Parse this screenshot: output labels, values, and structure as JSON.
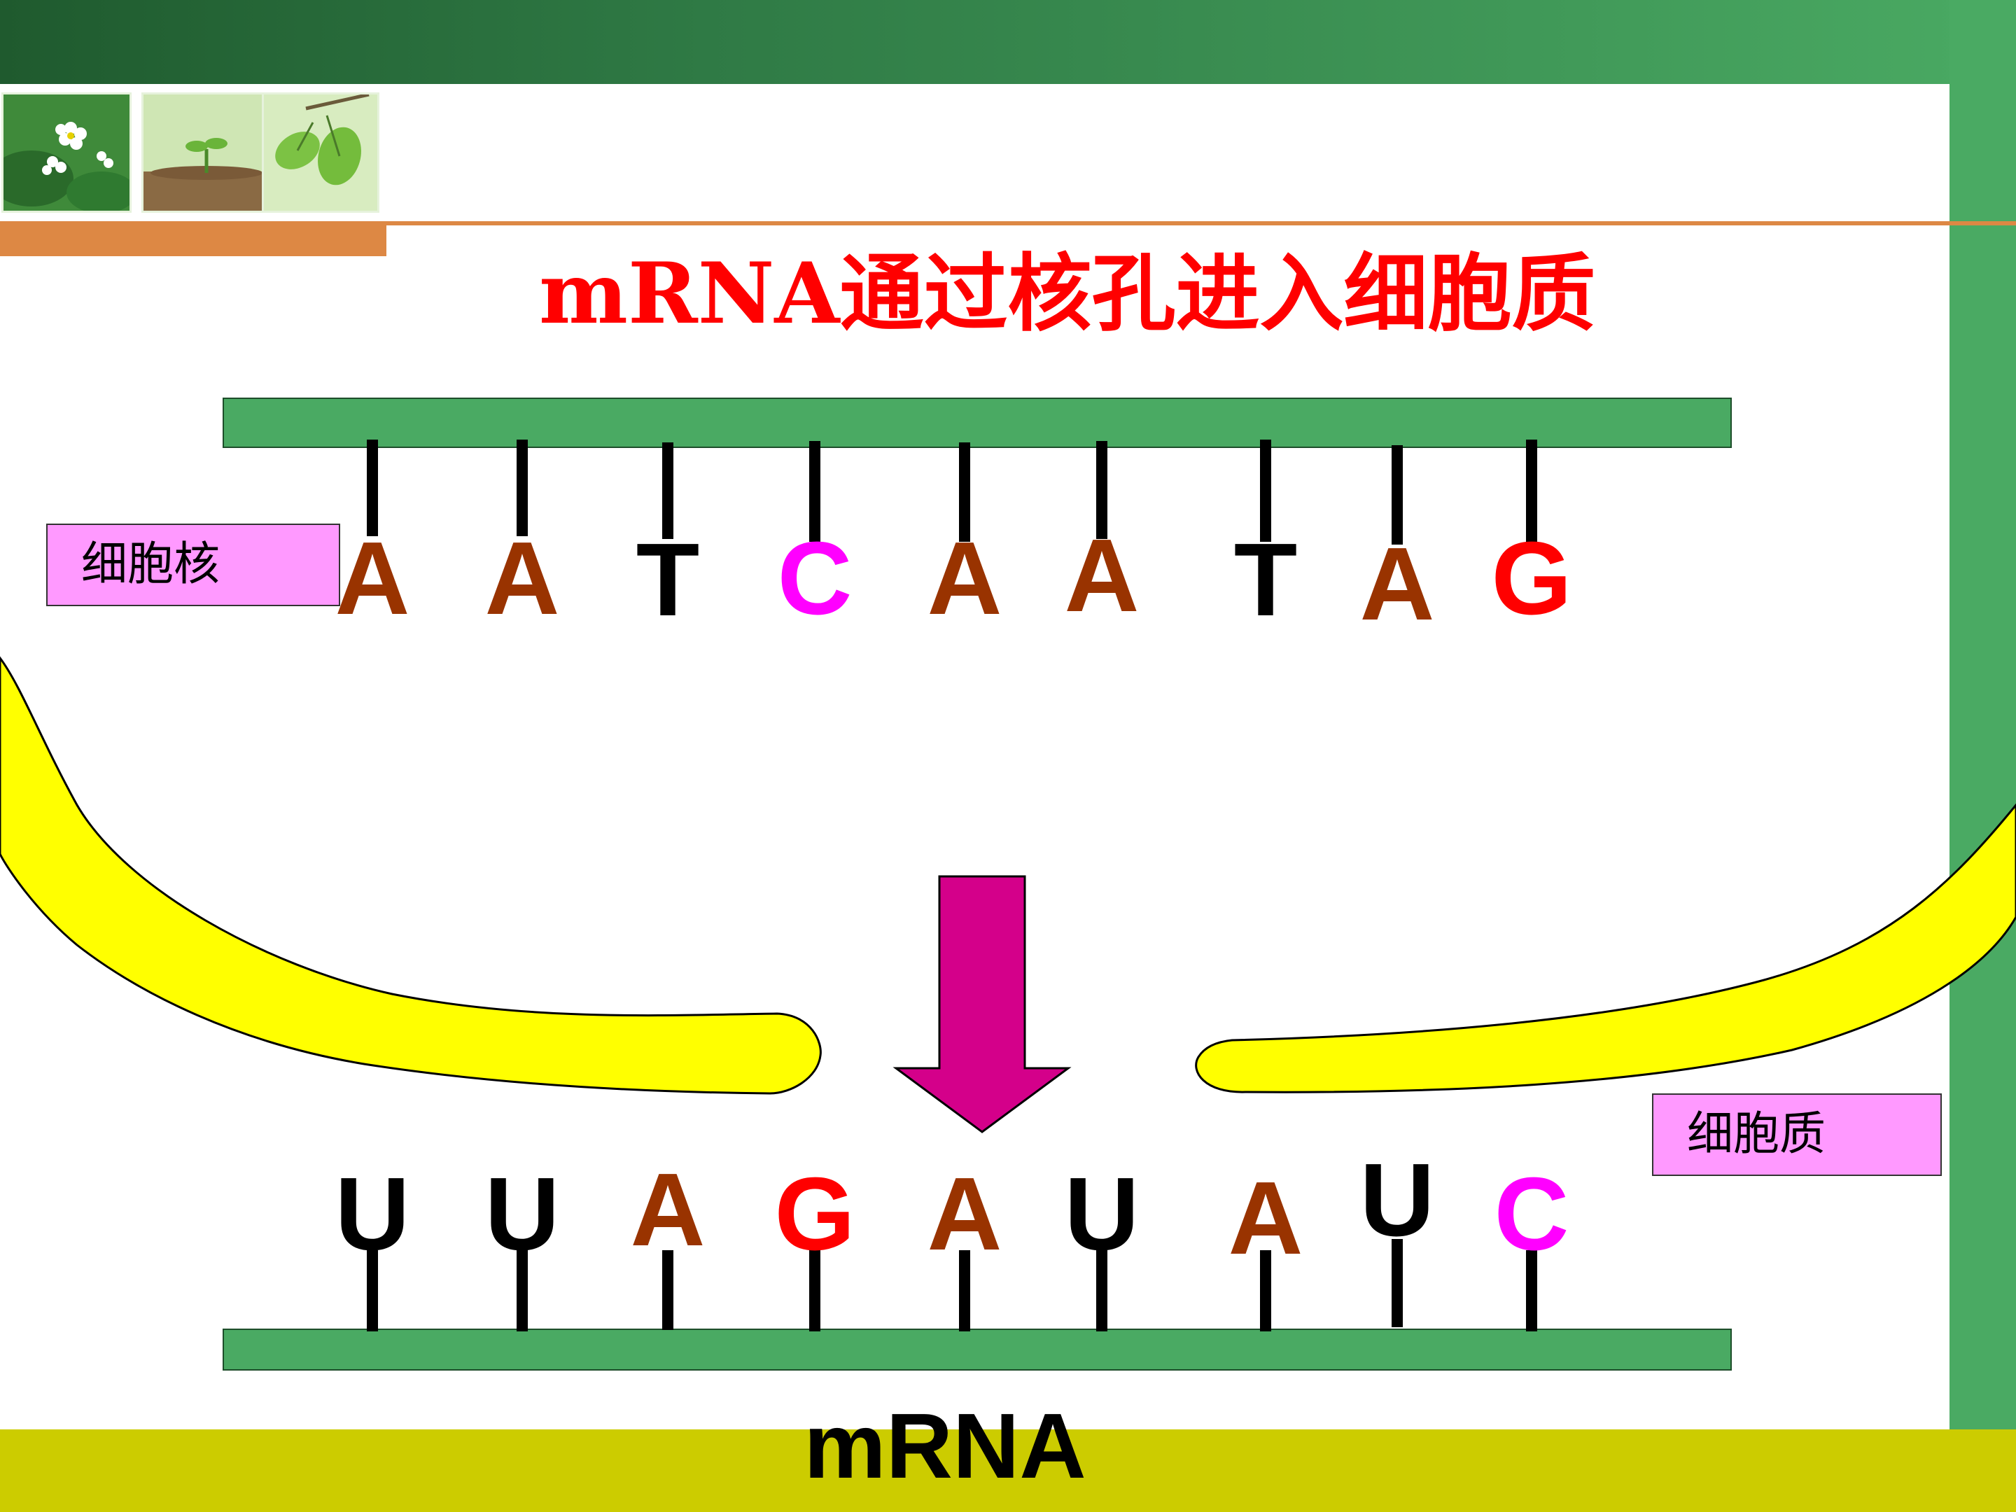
{
  "slide": {
    "title": "mRNA通过核孔进入细胞质",
    "nucleus_label": "细胞核",
    "cytoplasm_label": "细胞质",
    "mrna_caption": "mRNA"
  },
  "dna_bases": [
    {
      "letter": "A",
      "color": "#993300"
    },
    {
      "letter": "A",
      "color": "#993300"
    },
    {
      "letter": "T",
      "color": "#000000"
    },
    {
      "letter": "C",
      "color": "#ff00ff"
    },
    {
      "letter": "A",
      "color": "#993300"
    },
    {
      "letter": "A",
      "color": "#993300"
    },
    {
      "letter": "T",
      "color": "#000000"
    },
    {
      "letter": "A",
      "color": "#993300"
    },
    {
      "letter": "G",
      "color": "#ff0000"
    }
  ],
  "mrna_bases": [
    {
      "letter": "U",
      "color": "#000000"
    },
    {
      "letter": "U",
      "color": "#000000"
    },
    {
      "letter": "A",
      "color": "#993300"
    },
    {
      "letter": "G",
      "color": "#ff0000"
    },
    {
      "letter": "A",
      "color": "#993300"
    },
    {
      "letter": "U",
      "color": "#000000"
    },
    {
      "letter": "A",
      "color": "#993300"
    },
    {
      "letter": "U",
      "color": "#000000"
    },
    {
      "letter": "C",
      "color": "#ff00ff"
    }
  ],
  "colors": {
    "strand": "#4aaa63",
    "nuclear_membrane": "#ffff00",
    "arrow": "#d4008a",
    "label_box": "#ff99ff",
    "title": "#ff0000",
    "top_band": "#2f7a45",
    "bottom_band": "#cccc00",
    "accent_orange": "#dd8844"
  },
  "icons": [
    "flower-photo",
    "seedling-photo",
    "leaf-photo",
    "down-arrow-icon"
  ]
}
